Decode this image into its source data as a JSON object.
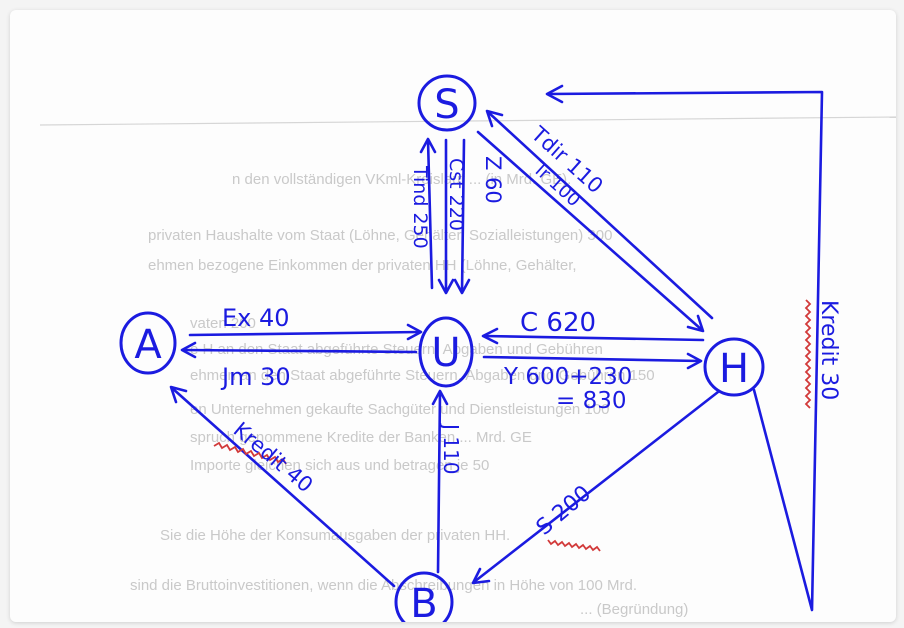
{
  "nodes": {
    "S": "S",
    "U": "U",
    "H": "H",
    "A": "A",
    "B": "B"
  },
  "flows": {
    "ex": "Ex 40",
    "im": "Jm 30",
    "c": "C 620",
    "y": "Y 600+230",
    "y_total": "= 830",
    "tdir": "Tdir 110",
    "tr": "Tr 100",
    "tind": "Tind 250",
    "cst": "Cst 220",
    "z": "Z 60",
    "kredit_h": "Kredit 30",
    "kredit_b": "Kredit 40",
    "s": "S 200",
    "i": "J 110"
  },
  "background_text": [
    "n den vollständigen VKml-Kreislauf ... (in Mrd. GE).",
    "privaten Haushalte vom Staat (Löhne, Gehälter, Sozialleistungen) 300",
    "ehmen bezogene Einkommen der privaten HH (Löhne, Gehälter,",
    "vaten 200",
    "e H an den Staat abgeführte Steuern, Abgaben und Gebühren",
    "ehmen an den Staat abgeführte Steuern, Abgaben und Gebühren 150",
    "en Unternehmen gekaufte Sachgüter und Dienstleistungen 100",
    "spruch genommene Kredite der Banken ... Mrd. GE",
    "Importe gleichen sich aus und betragen je 50",
    "Sie die Höhe der Konsumausgaben der privaten HH.",
    "sind die Bruttoinvestitionen, wenn die Abschreibungen in Höhe von 100 Mrd.",
    "... (Begründung)"
  ],
  "colors": {
    "ink": "#1b1be0",
    "marker": "#d23a3a"
  }
}
